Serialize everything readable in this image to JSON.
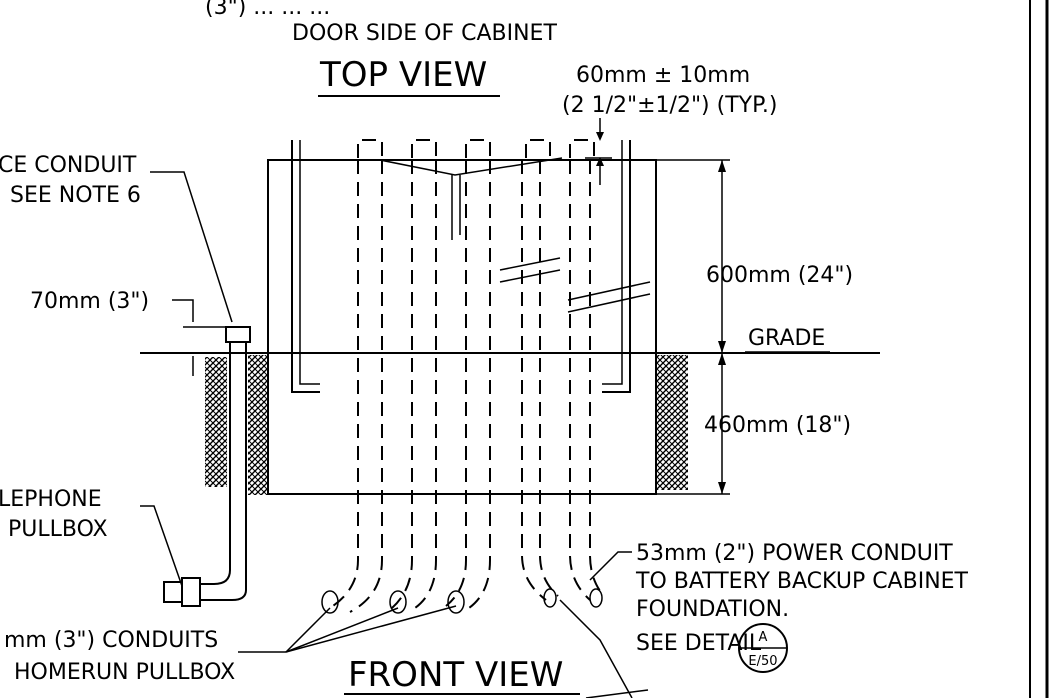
{
  "labels": {
    "top_partial": "(3\") ... ... ...",
    "door_side": "DOOR SIDE OF CABINET",
    "top_view": "TOP  VIEW",
    "tolerance_line1": "60mm ± 10mm",
    "tolerance_line2": "(2 1/2\"±1/2\") (TYP.)",
    "service_conduit_line1": "CE CONDUIT",
    "service_conduit_line2": "SEE NOTE 6",
    "dim_70mm": "70mm (3\")",
    "dim_600mm": "600mm (24\")",
    "grade": "GRADE",
    "dim_460mm": "460mm (18\")",
    "telephone_line1": "LEPHONE",
    "telephone_line2": "PULLBOX",
    "power_conduit_line1": "53mm (2\") POWER CONDUIT",
    "power_conduit_line2": "TO BATTERY BACKUP CABINET",
    "power_conduit_line3": "FOUNDATION.",
    "power_conduit_line4": "SEE DETAIL",
    "conduits_line1": "mm (3\") CONDUITS",
    "conduits_line2": "HOMERUN PULLBOX",
    "front_view": "FRONT  VIEW"
  },
  "detail_callout": {
    "letter": "A",
    "sheet": "E/50"
  }
}
